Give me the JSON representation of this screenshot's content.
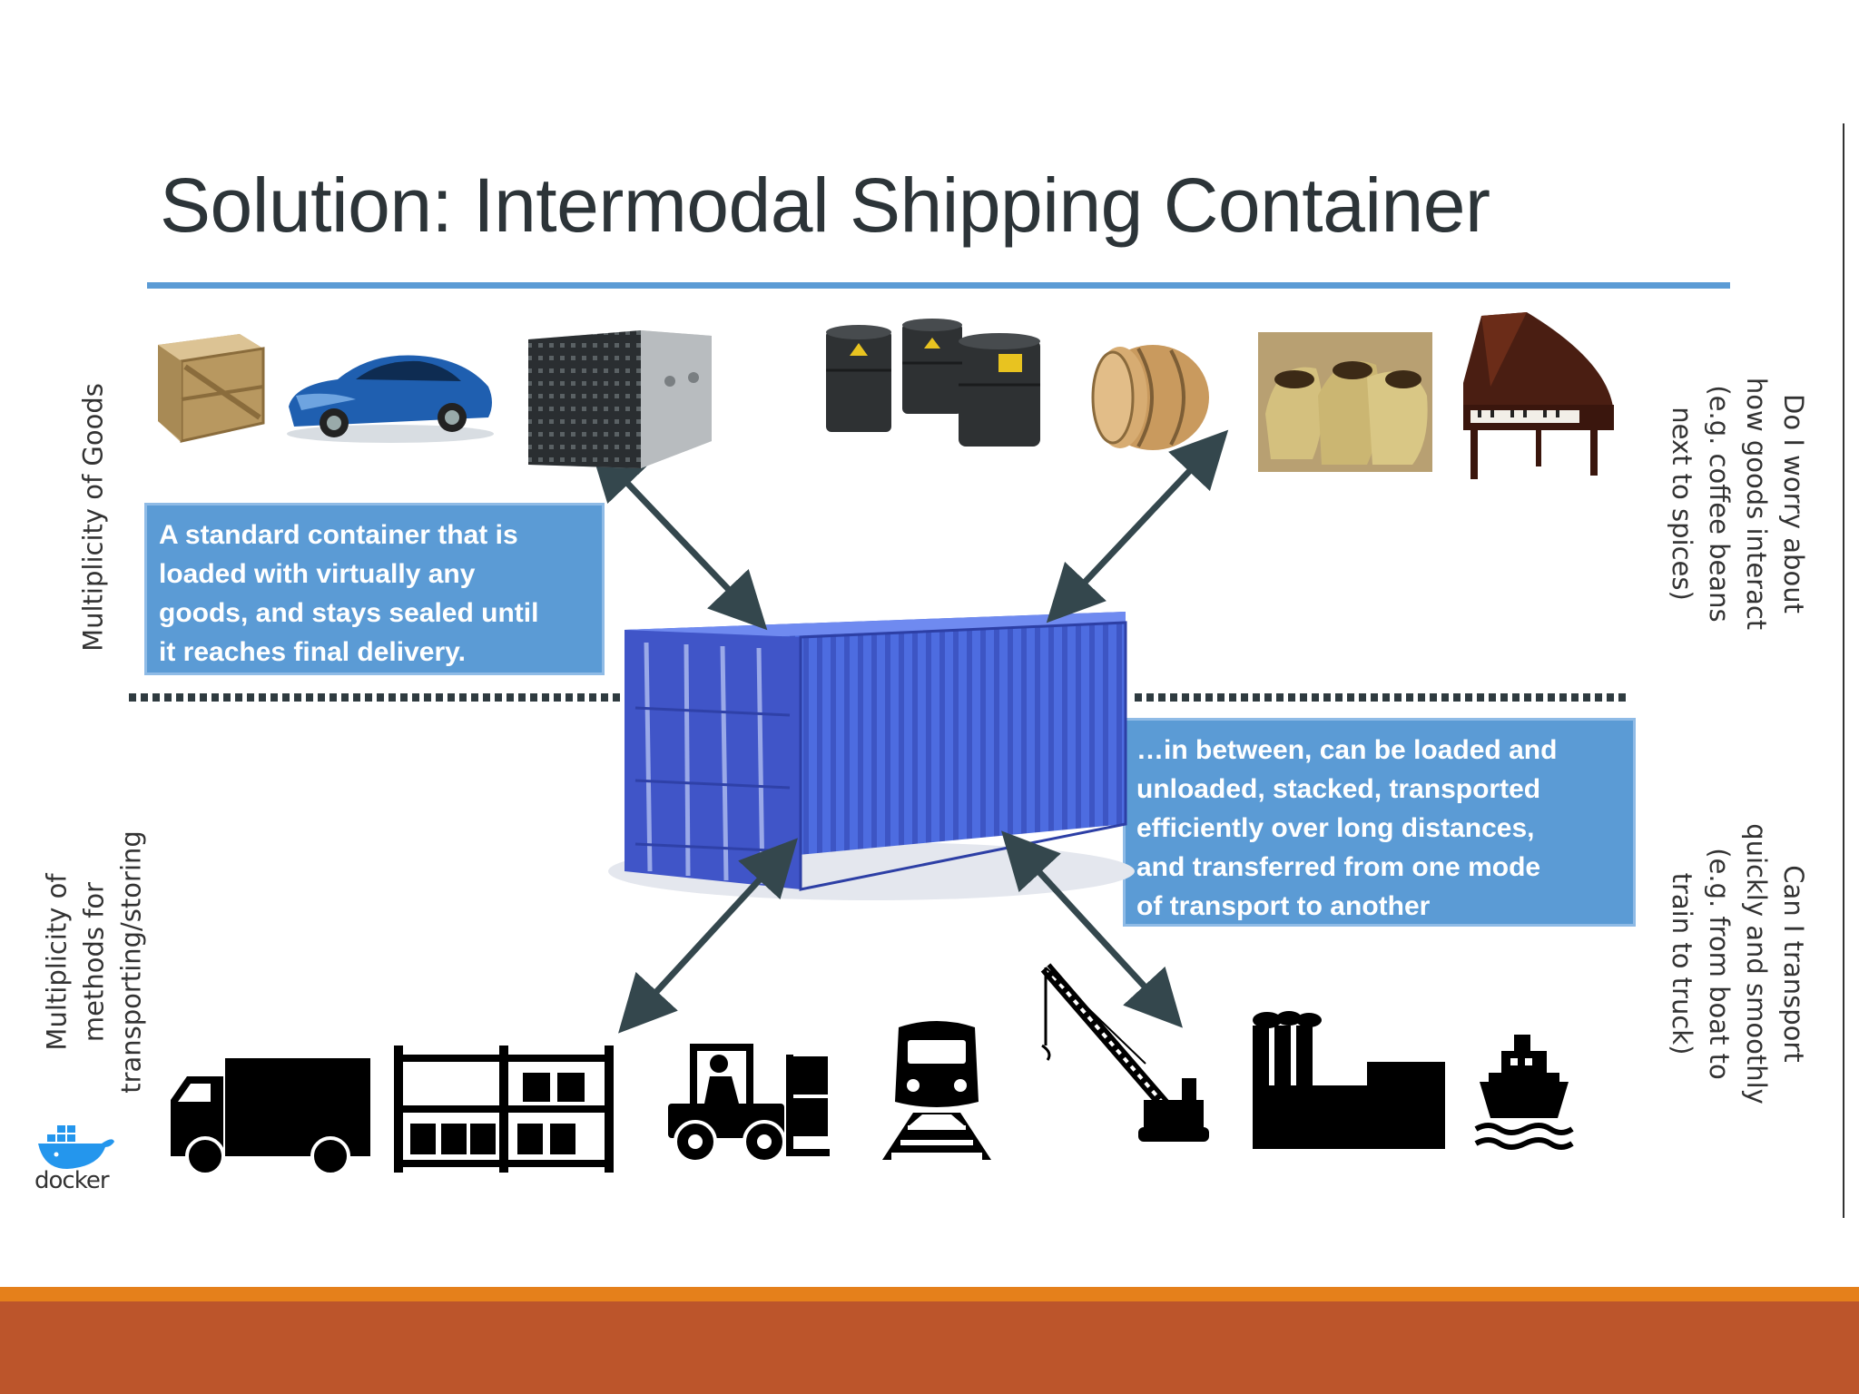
{
  "slide": {
    "title": "Solution: Intermodal Shipping Container",
    "left_top_label": "Multiplicity of Goods",
    "left_bottom_label": [
      "Multiplicity of",
      "methods for",
      "transporting/storing"
    ],
    "right_top_label": [
      "Do I worry about",
      "how goods interact",
      "(e.g. coffee beans",
      "next to spices)"
    ],
    "right_bottom_label": [
      "Can I transport",
      "quickly and smoothly",
      "(e.g. from boat to",
      "train to truck)"
    ],
    "box_top": [
      "A standard container that is",
      "loaded with virtually any",
      "goods, and stays sealed until",
      "it reaches final delivery."
    ],
    "box_bottom": [
      "…in between, can be loaded and",
      "unloaded, stacked, transported",
      "efficiently over long distances,",
      "and transferred from one mode",
      "of transport to another"
    ],
    "logo_text": "docker"
  },
  "colors": {
    "accent_blue": "#5b9bd5",
    "container_blue": "#4a63d8",
    "arrow": "#34474d",
    "footer_orange": "#e5801b",
    "footer_rust": "#bc552b"
  },
  "icons": {
    "goods": [
      "crate-icon",
      "sports-car-icon",
      "server-rack-icon",
      "oil-barrels-icon",
      "wooden-barrel-icon",
      "coffee-sacks-icon",
      "grand-piano-icon"
    ],
    "transport": [
      "truck-icon",
      "warehouse-shelves-icon",
      "forklift-icon",
      "train-icon",
      "crane-icon",
      "factory-icon",
      "ship-icon"
    ]
  }
}
